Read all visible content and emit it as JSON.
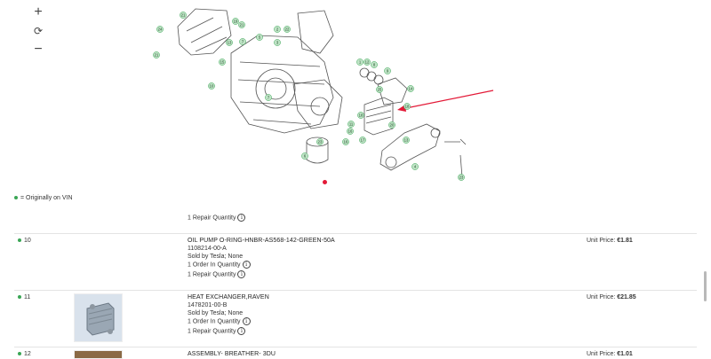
{
  "zoom_controls": {
    "zoom_in": "+",
    "reset": "⟳",
    "zoom_out": "−"
  },
  "diagram": {
    "callouts": [
      "21",
      "24",
      "21",
      "19",
      "13",
      "21",
      "7",
      "22",
      "5",
      "15",
      "2",
      "3",
      "1",
      "12",
      "8",
      "9",
      "10",
      "7",
      "25",
      "14",
      "18",
      "18",
      "20",
      "11",
      "13",
      "16",
      "17",
      "16",
      "4",
      "23",
      "6",
      "23"
    ],
    "accent_color": "#e31937",
    "badge_color": "#3aa655"
  },
  "legend": {
    "text": "= Originally on VIN"
  },
  "rows": [
    {
      "number": "",
      "repair_qty": "1 Repair Quantity"
    },
    {
      "number": "10",
      "name": "OIL PUMP O-RING-HNBR-AS568-142-GREEN-50A",
      "part_number": "1108214-00-A",
      "sold_by": "Sold by Tesla; None",
      "order_qty": "1 Order In Quantity",
      "repair_qty": "1 Repair Quantity",
      "price_label": "Unit Price:",
      "price": "€1.81"
    },
    {
      "number": "11",
      "name": "HEAT EXCHANGER,RAVEN",
      "part_number": "1478201-00-B",
      "sold_by": "Sold by Tesla; None",
      "order_qty": "1 Order In Quantity",
      "repair_qty": "1 Repair Quantity",
      "price_label": "Unit Price:",
      "price": "€21.85"
    },
    {
      "number": "12",
      "name": "ASSEMBLY- BREATHER- 3DU",
      "price_label": "Unit Price:",
      "price": "€1.01"
    }
  ]
}
